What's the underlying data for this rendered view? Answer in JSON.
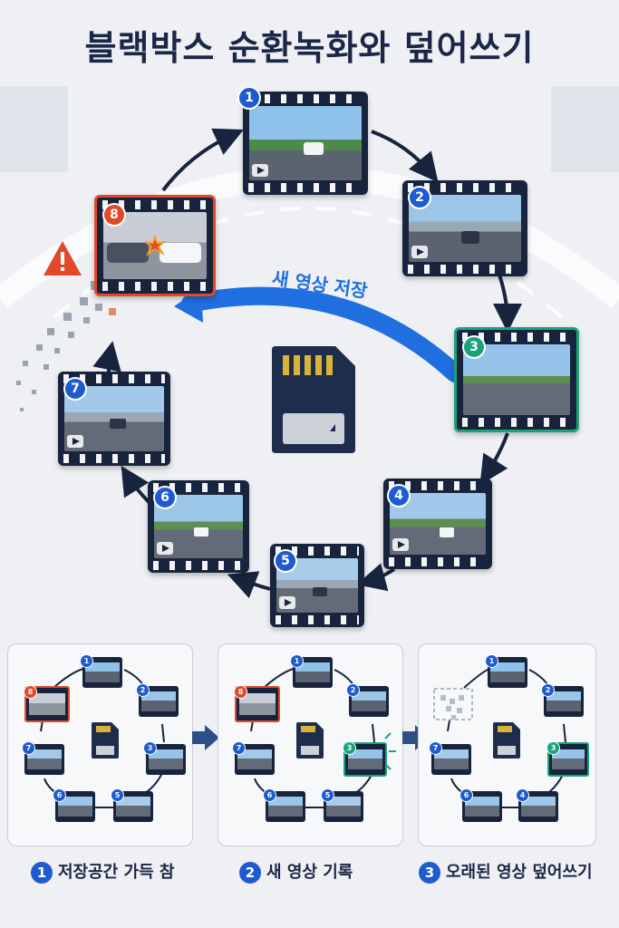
{
  "title": "블랙박스 순환녹화와 덮어쓰기",
  "new_video_label": "새 영상 저장",
  "frames": [
    {
      "num": "1"
    },
    {
      "num": "2"
    },
    {
      "num": "3"
    },
    {
      "num": "4"
    },
    {
      "num": "5"
    },
    {
      "num": "6"
    },
    {
      "num": "7"
    },
    {
      "num": "8"
    }
  ],
  "panels": [
    {
      "mini_nums": [
        "1",
        "2",
        "3",
        "5",
        "6",
        "7",
        "8"
      ]
    },
    {
      "mini_nums": [
        "1",
        "2",
        "3",
        "5",
        "6",
        "7",
        "8"
      ]
    },
    {
      "mini_nums": [
        "1",
        "2",
        "3",
        "4",
        "6",
        "7"
      ]
    }
  ],
  "steps": [
    {
      "num": "1",
      "label": "저장공간 가득 참"
    },
    {
      "num": "2",
      "label": "새 영상 기록"
    },
    {
      "num": "3",
      "label": "오래된 영상 덮어쓰기"
    }
  ],
  "colors": {
    "navy": "#18243d",
    "blue": "#1e5bd1",
    "green": "#1aa37a",
    "red": "#e04a2a",
    "arrow_blue": "#1f6fe0"
  },
  "icons": {
    "warning": "warning-icon",
    "sd_card": "sd-card-icon",
    "play": "play-icon",
    "collision": "collision-icon"
  }
}
